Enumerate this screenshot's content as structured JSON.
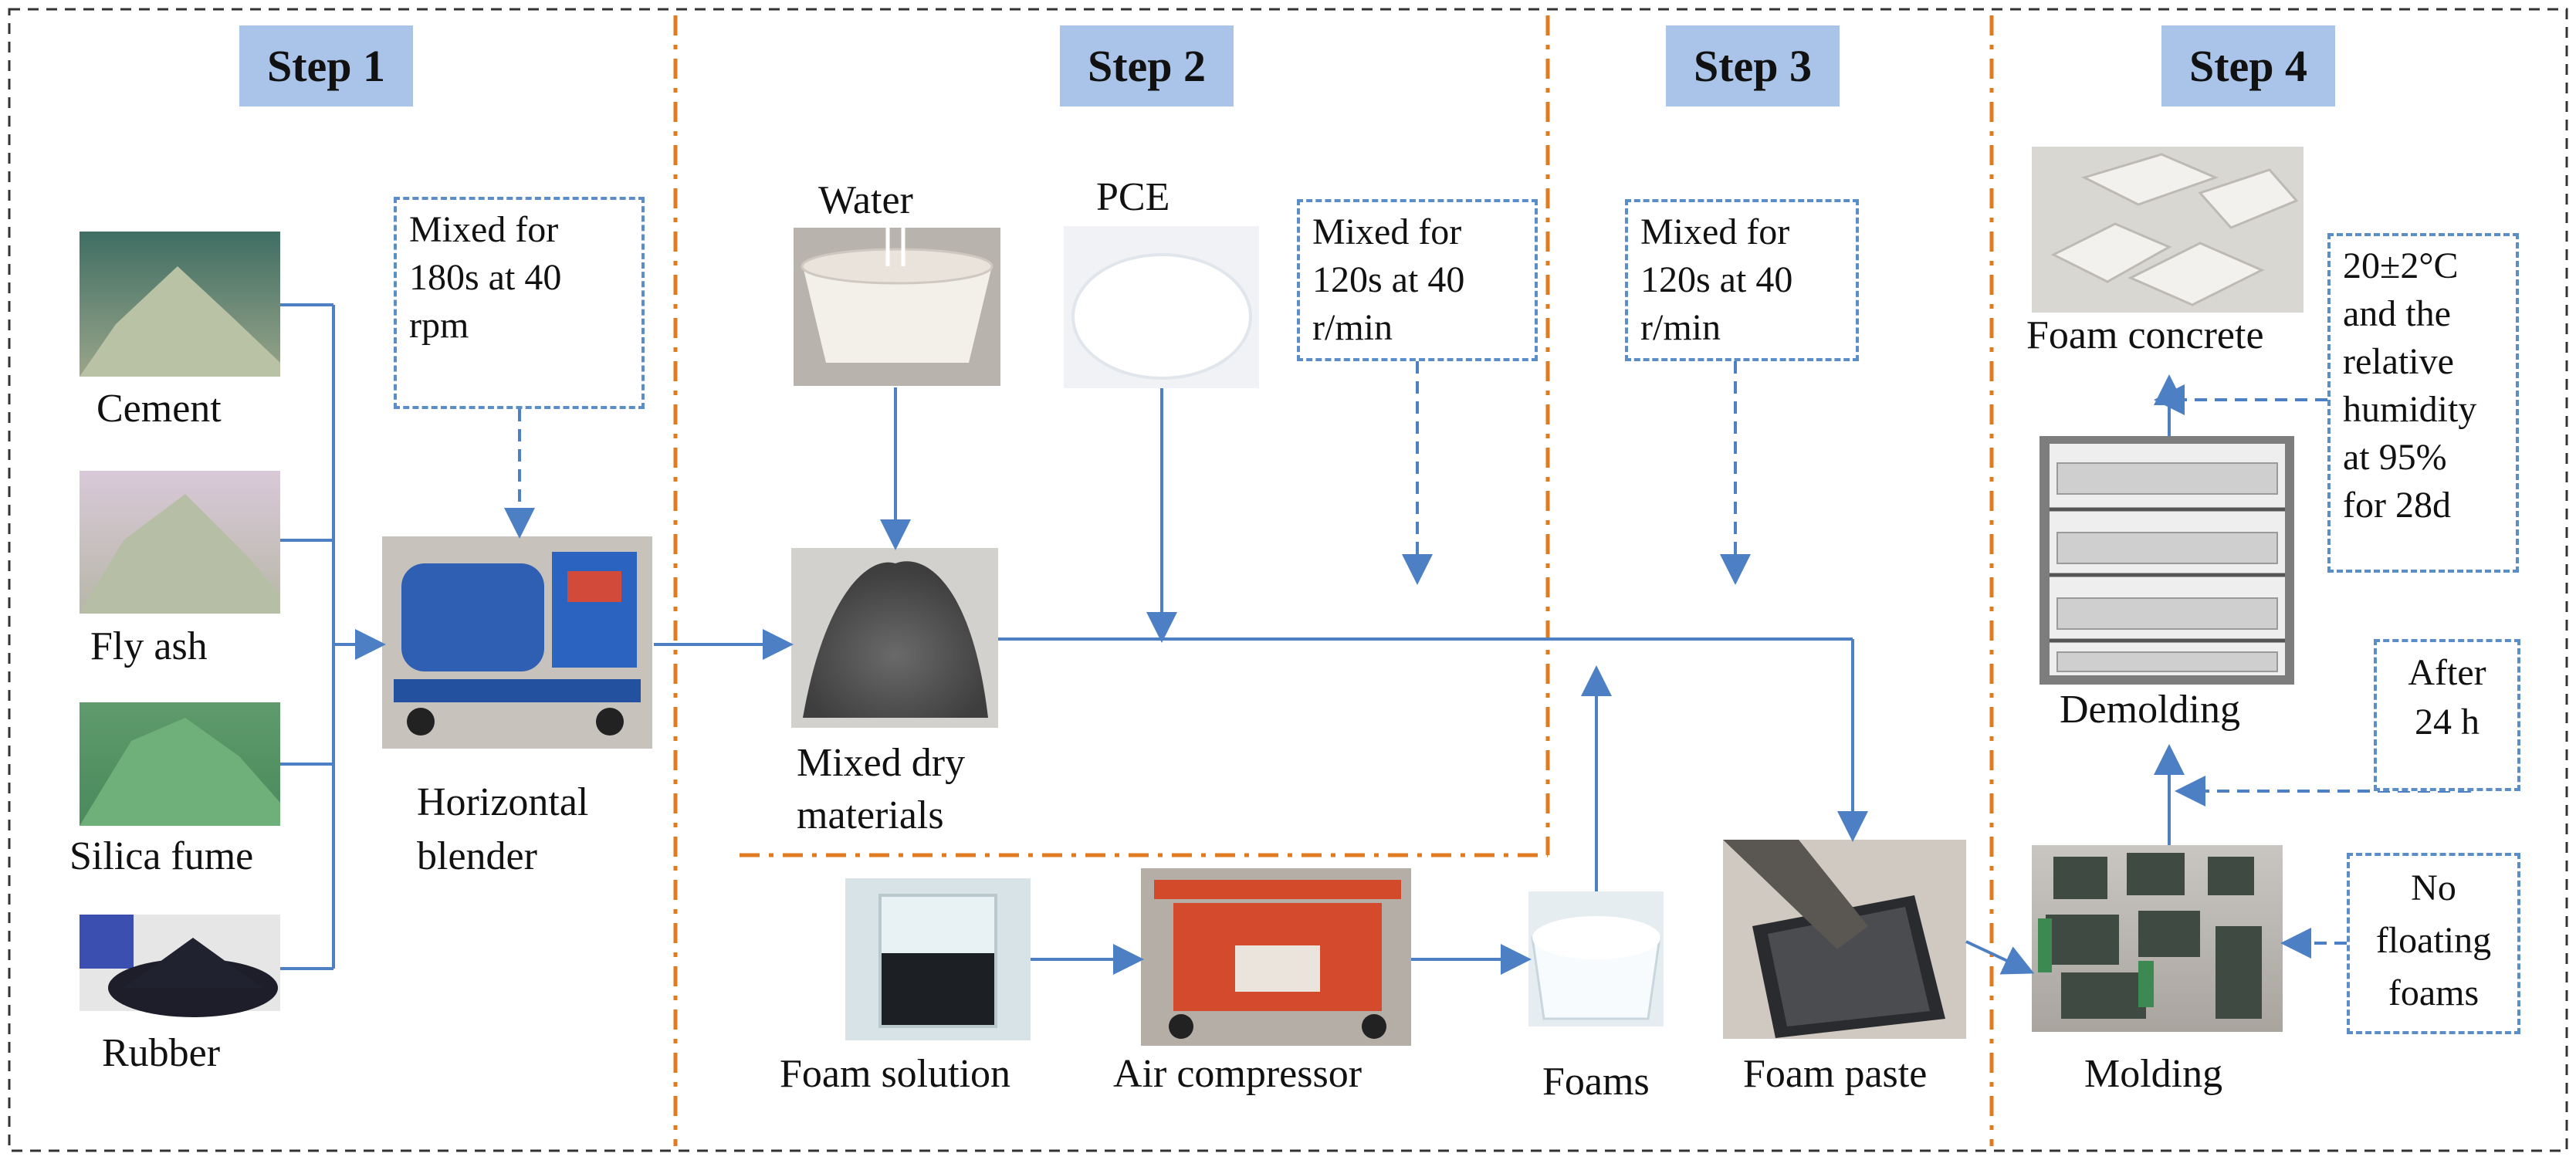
{
  "steps": [
    "Step 1",
    "Step 2",
    "Step 3",
    "Step 4"
  ],
  "materials": {
    "cement": "Cement",
    "fly_ash": "Fly ash",
    "silica_fume": "Silica fume",
    "rubber": "Rubber",
    "water": "Water",
    "pce": "PCE"
  },
  "equipment": {
    "horizontal_blender": "Horizontal\nblender",
    "mixed_dry": "Mixed dry\nmaterials",
    "foam_solution": "Foam solution",
    "air_compressor": "Air compressor",
    "foams": "Foams",
    "foam_paste": "Foam paste",
    "molding": "Molding",
    "demolding": "Demolding",
    "foam_concrete": "Foam concrete"
  },
  "notes": {
    "mix1": "Mixed for\n180s at 40\nrpm",
    "mix2": "Mixed for\n120s at 40\nr/min",
    "mix3": "Mixed for\n120s at 40\nr/min",
    "curing": "20±2°C\nand the\nrelative\nhumidity\nat 95%\nfor 28d",
    "after": "After\n24 h",
    "no_float": "No\nfloating\nfoams"
  },
  "colors": {
    "arrow": "#4d7fc4",
    "step_divider": "#e07b22",
    "step_bg": "#a9c4e8",
    "note_border": "#5b8dc8"
  }
}
